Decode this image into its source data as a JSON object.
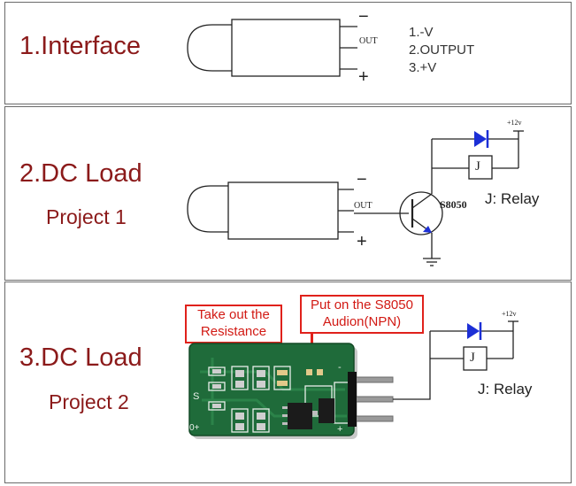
{
  "section1": {
    "title": "1.Interface",
    "sensor_minus": "−",
    "sensor_out": "OUT",
    "sensor_plus": "+",
    "pins": [
      "1.-V",
      "2.OUTPUT",
      "3.+V"
    ]
  },
  "section2": {
    "title": "2.DC Load",
    "subtitle": "Project 1",
    "sensor_minus": "−",
    "sensor_out": "OUT",
    "sensor_plus": "+",
    "transistor": "S8050",
    "supply": "+12v",
    "relay_symbol": "J",
    "relay_label": "J: Relay"
  },
  "section3": {
    "title": "3.DC Load",
    "subtitle": "Project 2",
    "callout_left": [
      "Take out the",
      "Resistance"
    ],
    "callout_right": [
      "Put on the S8050",
      "Audion(NPN)"
    ],
    "supply": "+12v",
    "relay_symbol": "J",
    "relay_label": "J: Relay",
    "board_silk": [
      "S",
      "0+",
      "-",
      "+"
    ]
  },
  "colors": {
    "title": "#8b1a1a",
    "callout": "#e0211b",
    "diode": "#1c2fd6",
    "pcb": "#1f6b3a",
    "wire": "#222222"
  }
}
